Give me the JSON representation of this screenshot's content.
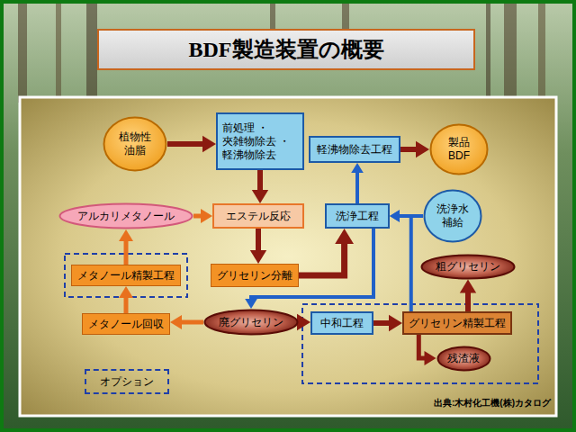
{
  "diagram": {
    "title": "BDF製造装置の概要",
    "caption": "出典:木村化工機(株)カタログ",
    "nodes": [
      {
        "text": [
          "植物性 油脂"
        ]
      },
      {
        "text": [
          "前処理 ・夾雑物除去 ・軽沸物除去"
        ]
      },
      {
        "text": [
          "軽沸物除去工程"
        ]
      },
      {
        "text": [
          "製品 BDF"
        ]
      },
      {
        "text": [
          "アルカリメタノール"
        ]
      },
      {
        "text": [
          "エステル反応"
        ]
      },
      {
        "text": [
          "洗浄工程"
        ]
      },
      {
        "text": [
          "洗浄水 補給"
        ]
      },
      {
        "text": [
          "メタノール精製工程"
        ]
      },
      {
        "text": [
          "グリセリン分離"
        ]
      },
      {
        "text": [
          "粗グリセリン"
        ]
      },
      {
        "text": [
          "メタノール回収"
        ]
      },
      {
        "text": [
          "廃グリセリン"
        ]
      },
      {
        "text": [
          "中和工程"
        ]
      },
      {
        "text": [
          "グリセリン精製工程"
        ]
      },
      {
        "text": [
          "残渣液"
        ]
      },
      {
        "text": [
          "オプション"
        ]
      }
    ],
    "edges": [
      {
        "from": 0,
        "to": 1,
        "arrow": "to"
      },
      {
        "from": 1,
        "to": 5,
        "arrow": "to"
      },
      {
        "from": 5,
        "to": 9,
        "arrow": "to"
      },
      {
        "from": 9,
        "to": 6,
        "arrow": "to"
      },
      {
        "from": 6,
        "to": 2,
        "arrow": "to"
      },
      {
        "from": 2,
        "to": 3,
        "arrow": "to"
      },
      {
        "from": 4,
        "to": 5,
        "arrow": "to"
      },
      {
        "from": 7,
        "to": 6,
        "arrow": "to"
      },
      {
        "from": 6,
        "to": 12,
        "arrow": "to"
      },
      {
        "from": 12,
        "to": 11,
        "arrow": "to"
      },
      {
        "from": 11,
        "to": 8,
        "arrow": "to"
      },
      {
        "from": 8,
        "to": 4,
        "arrow": "to"
      },
      {
        "from": 12,
        "to": 13,
        "arrow": "to"
      },
      {
        "from": 13,
        "to": 14,
        "arrow": "to"
      },
      {
        "from": 14,
        "to": 10,
        "arrow": "to"
      },
      {
        "from": 14,
        "to": 15,
        "arrow": "to"
      },
      {
        "from": 14,
        "to": 6,
        "arrow": "to"
      }
    ]
  }
}
